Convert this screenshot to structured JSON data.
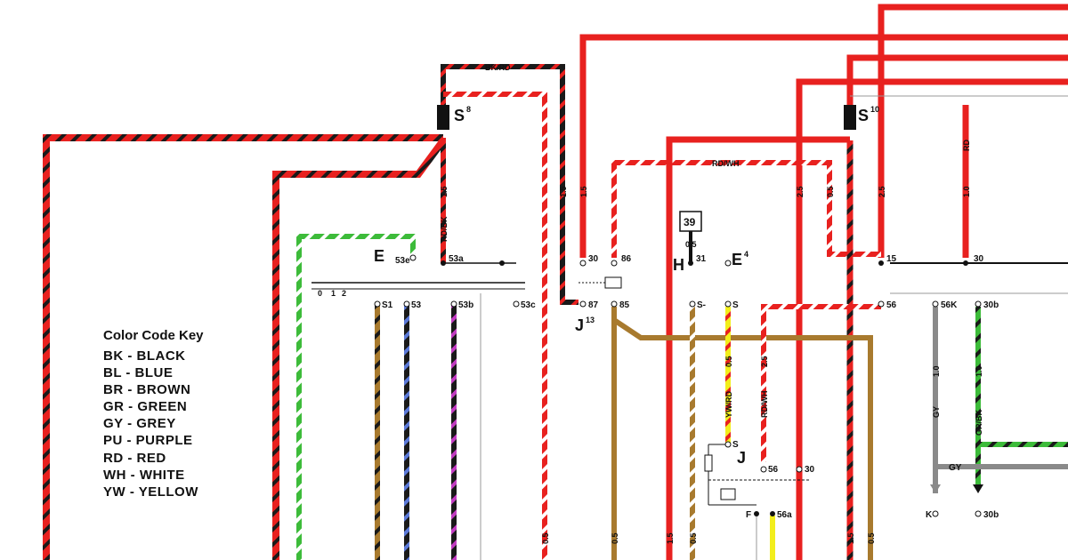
{
  "labels": {
    "bk_rd": "BK/RD",
    "rd_wh_top": "RD/WH",
    "rd_top_right": "RD",
    "rd_bk_vertical": "RD/BK",
    "yw_rd_vertical": "YW/RD",
    "rd_wh_vertical": "RD/WH",
    "gy_vertical": "GY",
    "gr_bk_vertical": "GR/BK",
    "gy_horizontal": "GY"
  },
  "components": {
    "S8": {
      "letter": "S",
      "sup": "8"
    },
    "S10": {
      "letter": "S",
      "sup": "10"
    },
    "E": {
      "letter": "E"
    },
    "E4": {
      "letter": "E",
      "sup": "4"
    },
    "H": {
      "letter": "H"
    },
    "J13": {
      "letter": "J",
      "sup": "13"
    },
    "J": {
      "letter": "J"
    },
    "box39": "39"
  },
  "terminals": {
    "t53e": "53e",
    "t53a": "53a",
    "tS1": "S1",
    "t53": "53",
    "t53b": "53b",
    "t53c": "53c",
    "t30_relay": "30",
    "t86": "86",
    "t87": "87",
    "t85": "85",
    "t31": "31",
    "tSminus": "S-",
    "tS": "S",
    "tS_lower": "S",
    "t56_lower": "56",
    "t30_lower": "30",
    "tF": "F",
    "t56a": "56a",
    "t15_right": "15",
    "t30_right": "30",
    "t56_right": "56",
    "t56K": "56K",
    "t30b": "30b",
    "tK": "K",
    "t30b_lower": "30b",
    "sw0": "0",
    "sw1": "1",
    "sw2": "2"
  },
  "gauges": {
    "g15_rdbk": "1.5",
    "g15_bkrd": "1.5",
    "g15_red": "1.5",
    "g25": "2.5",
    "g05_a": "0.5",
    "g25_right": "2.5",
    "g10_rd": "1.0",
    "g05_39": "0.5",
    "g05_ywrd": "0.5",
    "g25_rdwh": "2.5",
    "g10_gy": "1.0",
    "g10_grbk": "1.0",
    "b05_1": "0.5",
    "b05_2": "0.5",
    "b15_1": "1.5",
    "b05_3": "0.5",
    "b15_2": "1.5",
    "b05_4": "0.5"
  },
  "color_key": {
    "title": "Color Code Key",
    "items": [
      "BK - BLACK",
      "BL - BLUE",
      "BR - BROWN",
      "GR - GREEN",
      "GY - GREY",
      "PU - PURPLE",
      "RD - RED",
      "WH - WHITE",
      "YW - YELLOW"
    ]
  },
  "wire_colors": {
    "red": "#e8211f",
    "black": "#1a1a1a",
    "white": "#ffffff",
    "green": "#3dbb3a",
    "brown": "#a87a2e",
    "blue": "#5b79d8",
    "purple": "#c23bc2",
    "grey": "#8a8a8a",
    "yellow": "#f2ee1c"
  }
}
